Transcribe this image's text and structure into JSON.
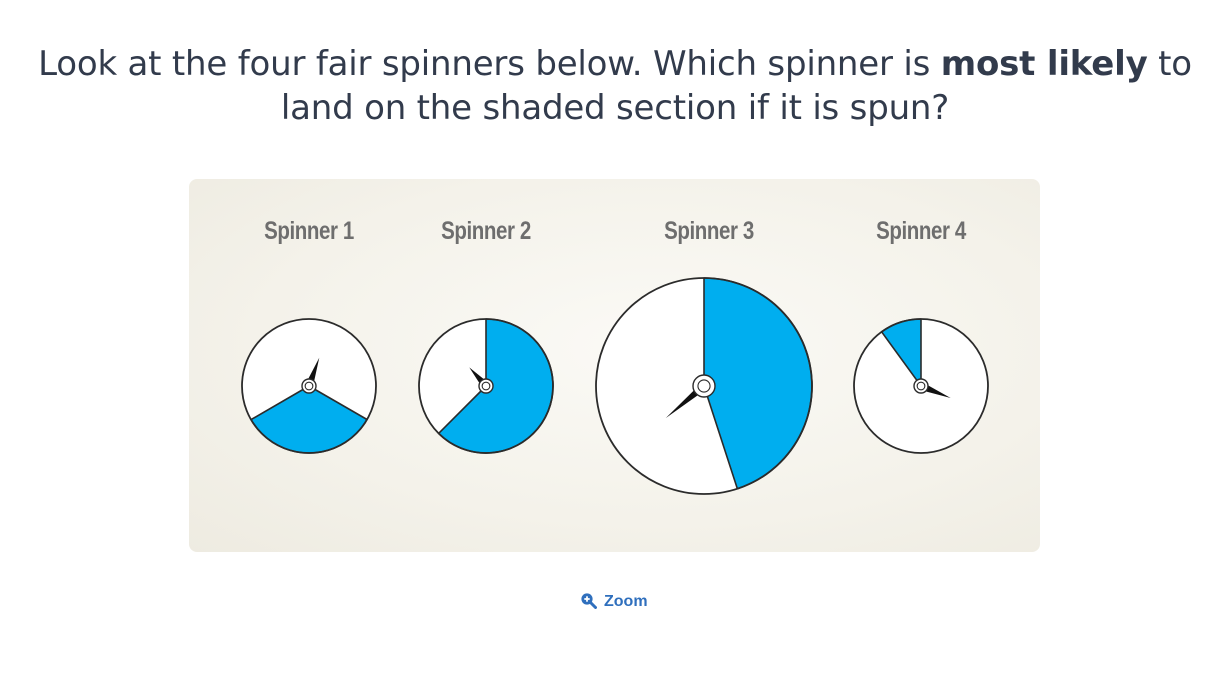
{
  "question": {
    "part1": "Look at the four fair spinners below. Which spinner is ",
    "emphasis": "most likely",
    "part2": " to land on the shaded section if it is spun?"
  },
  "spinners": [
    {
      "label": "Spinner 1",
      "shaded_fraction": 0.333
    },
    {
      "label": "Spinner 2",
      "shaded_fraction": 0.625
    },
    {
      "label": "Spinner 3",
      "shaded_fraction": 0.45
    },
    {
      "label": "Spinner 4",
      "shaded_fraction": 0.1
    }
  ],
  "colors": {
    "shade": "#00aeef",
    "outline": "#2b2b2b",
    "label": "#6e6e6e",
    "link": "#2f6fbd"
  },
  "zoom": {
    "icon": "zoom-in-icon",
    "label": "Zoom"
  }
}
